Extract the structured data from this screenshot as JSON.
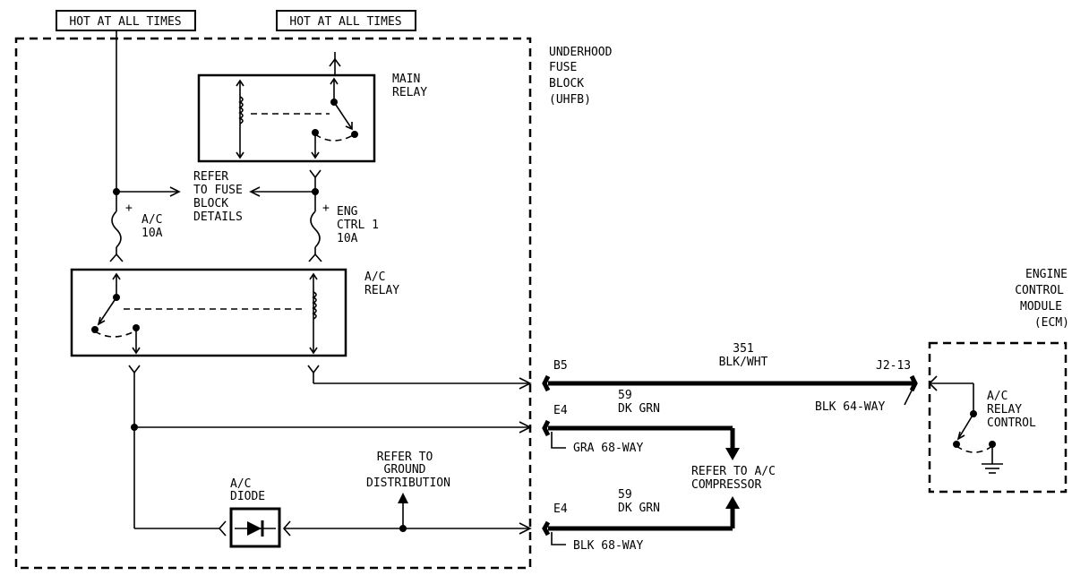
{
  "labels": {
    "hot1": "HOT AT ALL TIMES",
    "hot2": "HOT AT ALL TIMES",
    "uhfb": [
      "UNDERHOOD",
      "FUSE",
      "BLOCK",
      "(UHFB)"
    ],
    "main_relay": [
      "MAIN",
      "RELAY"
    ],
    "refer_fuse": [
      "REFER",
      "TO FUSE",
      "BLOCK",
      "DETAILS"
    ],
    "fuse_ac": [
      "A/C",
      "10A"
    ],
    "fuse_eng": [
      "ENG",
      "CTRL 1",
      "10A"
    ],
    "ac_relay": [
      "A/C",
      "RELAY"
    ],
    "ecm": [
      "ENGINE",
      "CONTROL",
      "MODULE",
      "(ECM)"
    ],
    "pin_b5": "B5",
    "pin_e4_top": "E4",
    "pin_e4_bot": "E4",
    "pin_j2": "J2-13",
    "circuit_351": [
      "351",
      "BLK/WHT"
    ],
    "circuit_59_top": [
      "59",
      "DK GRN"
    ],
    "circuit_59_bot": [
      "59",
      "DK GRN"
    ],
    "conn_blk64": "BLK 64-WAY",
    "conn_gra68": "GRA 68-WAY",
    "conn_blk68": "BLK 68-WAY",
    "refer_compressor": [
      "REFER TO A/C",
      "COMPRESSOR"
    ],
    "refer_ground": [
      "REFER TO",
      "GROUND",
      "DISTRIBUTION"
    ],
    "ac_diode": [
      "A/C",
      "DIODE"
    ],
    "ac_relay_control": [
      "A/C",
      "RELAY",
      "CONTROL"
    ]
  }
}
